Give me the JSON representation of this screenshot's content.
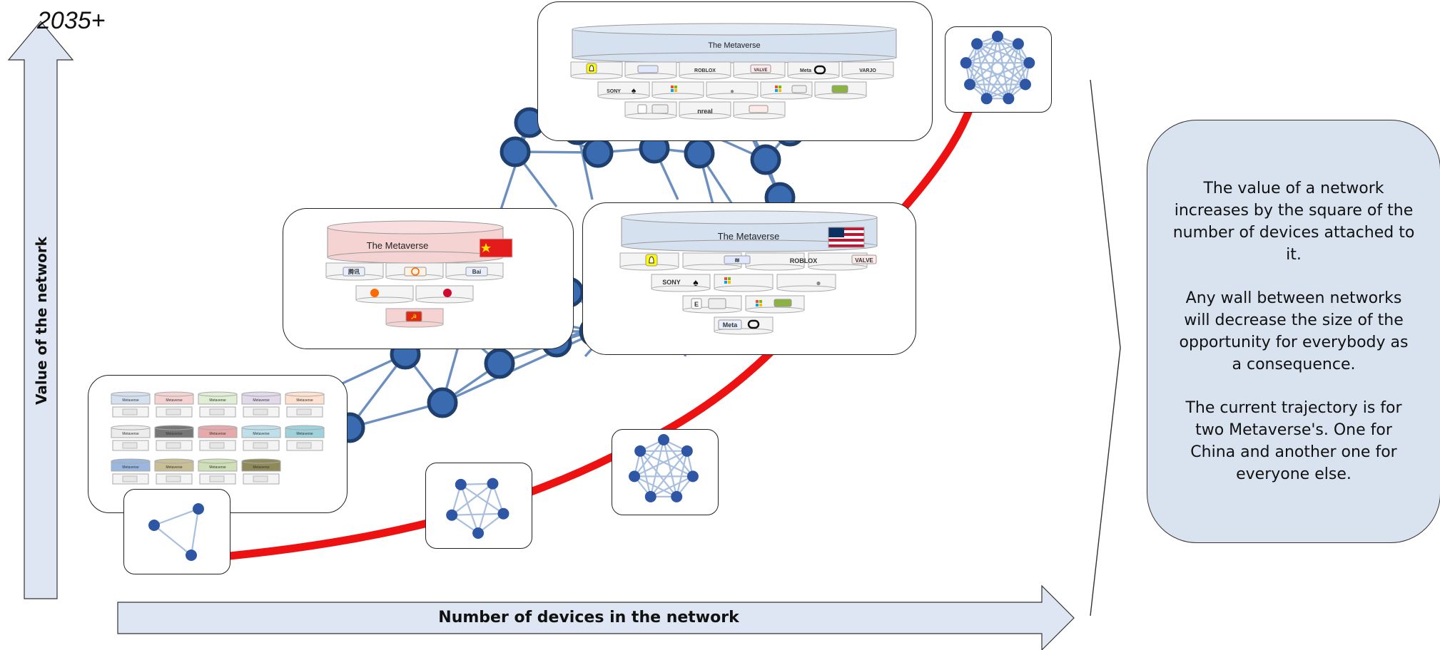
{
  "timeline_label": "2035+",
  "axes": {
    "y_label": "Value of the network",
    "x_label": "Number of devices in the network"
  },
  "metaverse_title": "The Metaverse",
  "small_metaverse_label": "Metaverse",
  "brand_labels": {
    "sony": "SONY",
    "roblox": "ROBLOX",
    "valve": "VALVE",
    "nreal": "nreal",
    "meta": "Meta",
    "varjo": "VARJO"
  },
  "side_text": {
    "p1": "The value of a network increases by the square of the number of devices attached to it.",
    "p2": "Any wall between networks will decrease the size of the opportunity for everybody as a consequence.",
    "p3": "The current trajectory is for two Metaverse's. One for China and another one for everyone else."
  },
  "colors": {
    "node_fill": "#3a6bb0",
    "node_stroke": "#1f3f6e",
    "edge": "#6b8fbf",
    "trajectory": "#ee1111",
    "arrow_fill": "#dde6f2",
    "us_stack": "#d6e1f0",
    "china_stack": "#f5d3d3"
  },
  "small_stack_colors": [
    "#d6e1f0",
    "#f5d3d3",
    "#dfeed4",
    "#e2d9ea",
    "#fde3cf",
    "#ececec",
    "#777777",
    "#e7a9a9",
    "#bfe0ea",
    "#9fd2dd",
    "#9ab8df",
    "#c8bf97",
    "#cfe0b8",
    "#8f8a59"
  ],
  "icons": [
    "snapchat-icon",
    "discord-icon",
    "oculus-icon",
    "playstation-icon",
    "microsoft-icon",
    "apple-icon",
    "epic-icon",
    "unity-icon",
    "nvidia-icon",
    "usa-flag-icon",
    "china-flag-icon",
    "tencent-icon",
    "alibaba-icon",
    "baidu-icon",
    "xiaomi-icon",
    "huawei-icon",
    "party-emblem-icon"
  ]
}
